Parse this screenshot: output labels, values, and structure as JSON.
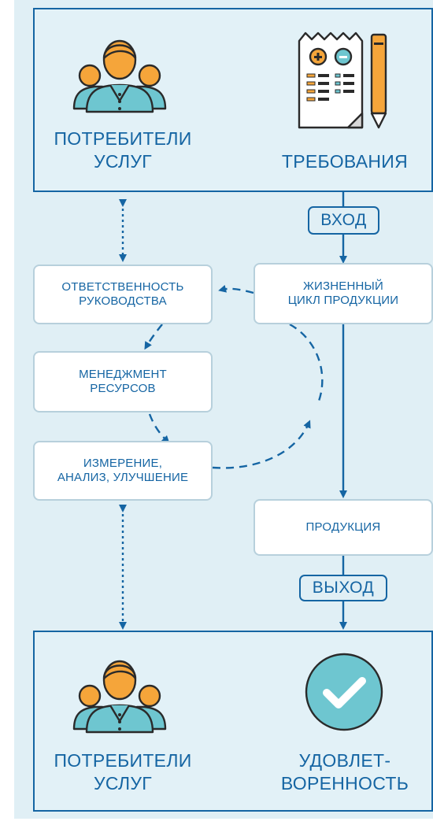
{
  "top": {
    "consumers_label": "ПОТРЕБИТЕЛИ\nУСЛУГ",
    "requirements_label": "ТРЕБОВАНИЯ"
  },
  "flow": {
    "input_tag": "ВХОД",
    "output_tag": "ВЫХОД",
    "lifecycle": "ЖИЗНЕННЫЙ\nЦИКЛ ПРОДУКЦИИ",
    "responsibility": "ОТВЕТСТВЕННОСТЬ\nРУКОВОДСТВА",
    "resources": "МЕНЕДЖМЕНТ\nРЕСУРСОВ",
    "measurement": "ИЗМЕРЕНИЕ,\nАНАЛИЗ, УЛУЧШЕНИЕ",
    "product": "ПРОДУКЦИЯ"
  },
  "bottom": {
    "consumers_label": "ПОТРЕБИТЕЛИ\nУСЛУГ",
    "satisfaction_label": "УДОВЛЕТ-\nВОРЕННОСТЬ"
  },
  "colors": {
    "primary": "#1565a3",
    "background": "#e0eff5",
    "card_border": "#b7d0dc",
    "person_head": "#f5a53a",
    "person_body": "#6ec6d0",
    "checkmark_circle": "#6ec6d0"
  },
  "icons": [
    "people-icon",
    "checklist-icon",
    "pencil-icon",
    "checkmark-icon"
  ]
}
